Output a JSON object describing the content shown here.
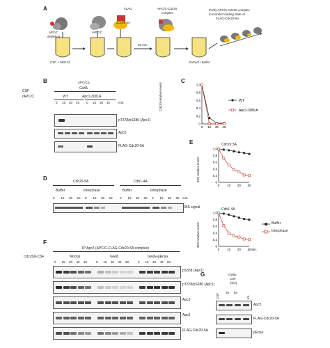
{
  "panelA": {
    "label": "A",
    "flag": "FLAG",
    "cdc20": "Cdc20-5A",
    "apcc": "APC/C",
    "depletion": "depletion",
    "rapcc": "rAPC/C",
    "min": "20 min",
    "apcc_cdc20": "APC/C-Cdc20",
    "complex": "complex",
    "csf": "CSF + MG132",
    "extract": "Extract / Buffer",
    "purify1": "Purify APC/C-Cdc20 complex",
    "purify2": "to monitor loading state of",
    "purify3": "FLAG-Cdc20-5A"
  },
  "panelB": {
    "label": "B",
    "csf": "CSF",
    "rapcc": "rAPC/C",
    "group_top": "APC/CΔ",
    "group": "GwlΔ",
    "wt": "WT",
    "mut": "Apc1-300LA",
    "times": [
      "0",
      "15",
      "30",
      "45",
      "0",
      "15",
      "30",
      "45"
    ],
    "min": "min.",
    "blots": [
      "pT378/pS380 (Apc1)",
      "Apc5",
      "FLAG-Cdc20-5A"
    ]
  },
  "panelC": {
    "label": "C",
    "ylabel": "Cdc20-relative levels",
    "legend_wt": "WT",
    "legend_mut": "Apc1-300LA",
    "xticks": [
      "0",
      "15",
      "30",
      "45"
    ],
    "yticks": [
      "0",
      "0.2",
      "0.4",
      "0.6",
      "0.8",
      "1.0"
    ]
  },
  "panelD": {
    "label": "D",
    "g1": "Cdc20-5A",
    "g2": "Cdh1-4A",
    "buffer": "Buffer",
    "interphase": "Interphase",
    "times": [
      "0",
      "15",
      "30",
      "60",
      "0",
      "15",
      "30",
      "60",
      "0",
      "15",
      "30",
      "60",
      "0",
      "15",
      "30",
      "60"
    ],
    "min": "min.",
    "signal": "35S signal"
  },
  "panelE": {
    "label": "E",
    "top_title": "Cdc20 5A",
    "bot_title": "Cdh1 4A",
    "ylabel": "35S-relative levels",
    "yticks": [
      "0",
      "0.2",
      "0.4",
      "0.6",
      "0.8",
      "1.0"
    ],
    "xticks": [
      "0",
      "10",
      "20",
      "30"
    ],
    "xticks2": [
      "0",
      "10",
      "20",
      "30",
      "min."
    ],
    "legend_buffer": "Buffer",
    "legend_interphase": "Interphase"
  },
  "panelF": {
    "label": "F",
    "header": "IP:Apc3 (APC/C-FLAG-Cdc20-5A complex)",
    "cdc20_csf": "Cdc20Δ-CSF",
    "mock": "MockΔ",
    "gwl": "GwlΔ",
    "gwlpp": "GwlΔ+pEnsa",
    "times": [
      "0",
      "15",
      "30",
      "45",
      "60"
    ],
    "blots": [
      "pS358 (Apc1)",
      "pT378/pS380 (Apc1)",
      "Apc3",
      "Apc5",
      "FLAG-Cdc20-5A"
    ]
  },
  "panelG": {
    "label": "G",
    "title1": "GwlΔ-",
    "title2": "CSF",
    "title3": "(min)",
    "lanes": [
      "CSF",
      "30",
      "60",
      "Int."
    ],
    "blots": [
      "Apc5",
      "FLAG-Cdc20-5A",
      "pEnsa"
    ]
  },
  "chart_data": [
    {
      "type": "line",
      "panel": "C",
      "ylabel": "Cdc20-relative levels",
      "x": [
        0,
        15,
        30,
        45
      ],
      "ylim": [
        0,
        1.0
      ],
      "series": [
        {
          "name": "WT",
          "values": [
            1.0,
            0.15,
            0.02,
            0.02
          ]
        },
        {
          "name": "Apc1-300LA",
          "values": [
            1.0,
            0.0,
            0.0,
            0.0
          ]
        }
      ]
    },
    {
      "type": "line",
      "panel": "E-top",
      "title": "Cdc20 5A",
      "ylabel": "35S-relative levels",
      "x": [
        0,
        5,
        10,
        15,
        20,
        25,
        30
      ],
      "ylim": [
        0,
        1.0
      ],
      "series": [
        {
          "name": "Buffer",
          "values": [
            1.0,
            0.98,
            0.96,
            0.93,
            0.9,
            0.88,
            0.85
          ]
        },
        {
          "name": "Interphase",
          "values": [
            1.0,
            0.72,
            0.52,
            0.38,
            0.32,
            0.22,
            0.2
          ]
        }
      ]
    },
    {
      "type": "line",
      "panel": "E-bottom",
      "title": "Cdh1 4A",
      "ylabel": "35S-relative levels",
      "x": [
        0,
        5,
        10,
        15,
        20,
        25,
        30
      ],
      "ylim": [
        0,
        1.0
      ],
      "series": [
        {
          "name": "Buffer",
          "values": [
            1.0,
            0.98,
            0.95,
            0.9,
            0.86,
            0.82,
            0.8
          ]
        },
        {
          "name": "Interphase",
          "values": [
            1.0,
            0.62,
            0.4,
            0.32,
            0.28,
            0.22,
            0.2
          ]
        }
      ]
    }
  ]
}
